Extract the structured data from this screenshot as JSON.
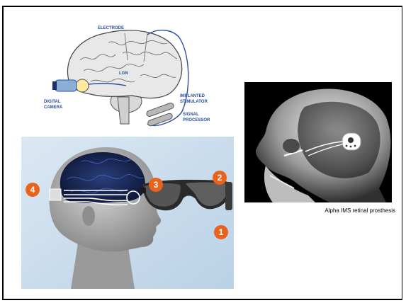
{
  "figures": {
    "brain_diagram": {
      "labels": {
        "electrode": "ELECTRODE",
        "lgn": "LGN",
        "digital_camera_1": "DIGITAL",
        "digital_camera_2": "CAMERA",
        "implanted_1": "IMPLANTED",
        "implanted_2": "STIMULATOR",
        "signal_1": "SIGNAL",
        "signal_2": "PROCESSOR"
      }
    },
    "head_glasses": {
      "badges": [
        "4",
        "3",
        "2",
        "1"
      ],
      "colors": {
        "badge": "#e8641c",
        "background": "#c9dcec"
      }
    },
    "xray": {
      "caption": "Alpha IMS retinal prosthesis"
    }
  }
}
